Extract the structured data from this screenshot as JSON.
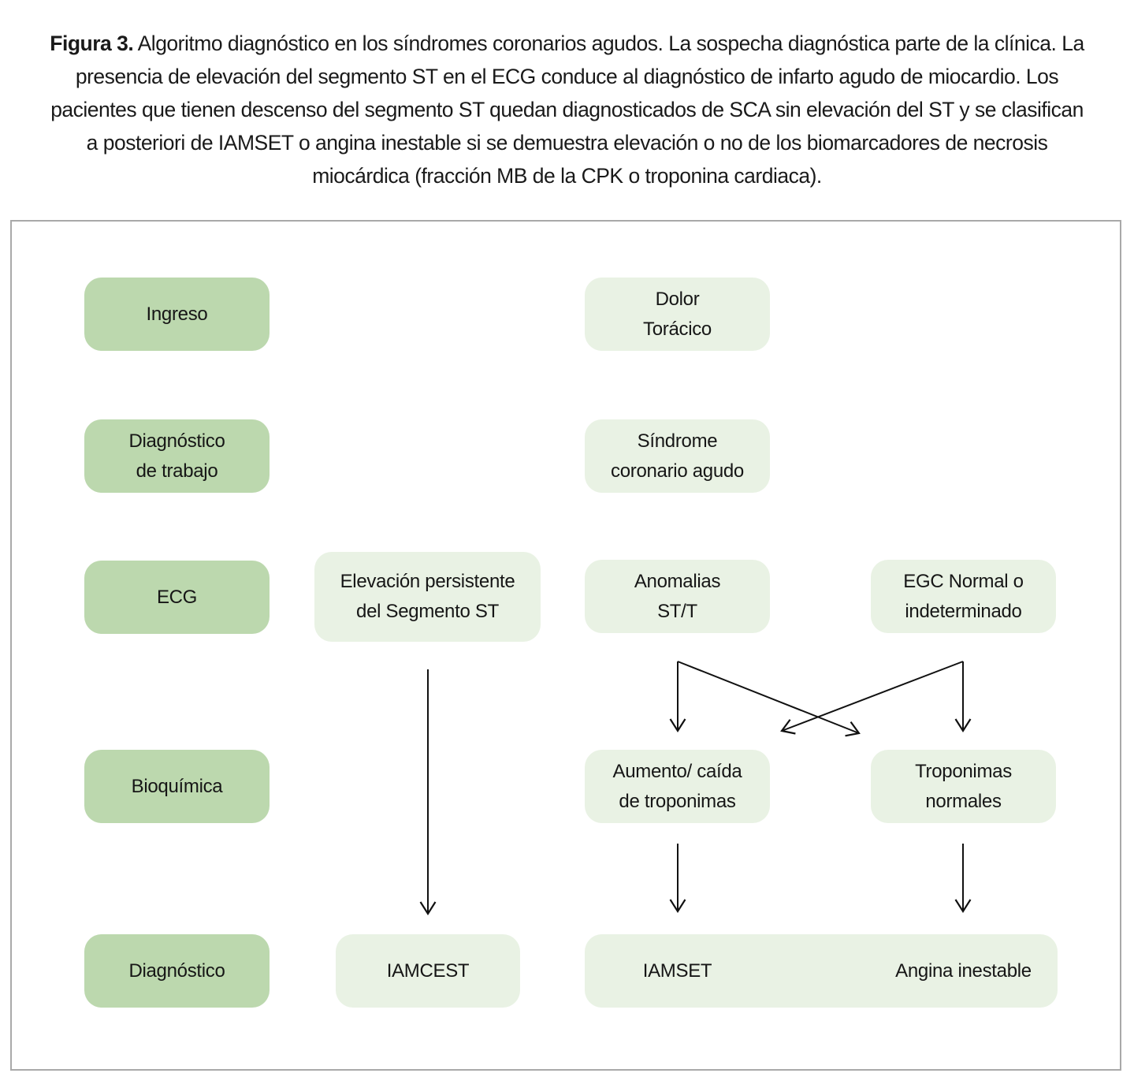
{
  "caption": {
    "label": "Figura 3.",
    "text": "Algoritmo diagnóstico en los síndromes coronarios agudos. La sospecha diagnóstica parte de la clínica. La presencia de elevación del segmento ST en el ECG conduce al diagnóstico de infarto agudo de miocardio. Los pacientes que tienen descenso del segmento ST quedan diagnosticados de SCA sin elevación del ST y se clasifican a posteriori de IAMSET o angina inestable si se demuestra elevación o no de los biomarcadores de necrosis miocárdica (fracción MB de la CPK o troponina cardiaca)."
  },
  "diagram": {
    "stage_labels": {
      "ingreso": {
        "line1": "Ingreso"
      },
      "diagnostico_trabajo": {
        "line1": "Diagnóstico",
        "line2": "de trabajo"
      },
      "ecg": {
        "line1": "ECG"
      },
      "bioquimica": {
        "line1": "Bioquímica"
      },
      "diagnostico": {
        "line1": "Diagnóstico"
      }
    },
    "nodes": {
      "dolor_toracico": {
        "line1": "Dolor",
        "line2": "Torácico"
      },
      "sindrome_coronario": {
        "line1": "Síndrome",
        "line2": "coronario agudo"
      },
      "elevacion_st": {
        "line1": "Elevación persistente",
        "line2": "del Segmento ST"
      },
      "anomalias_st": {
        "line1": "Anomalias",
        "line2": "ST/T"
      },
      "egc_normal": {
        "line1": "EGC Normal o",
        "line2": "indeterminado"
      },
      "aumento_troponinas": {
        "line1": "Aumento/ caída",
        "line2": "de troponimas"
      },
      "troponimas_normales": {
        "line1": "Troponimas",
        "line2": "normales"
      },
      "iamcest": {
        "line1": "IAMCEST"
      },
      "iamset": {
        "line1": "IAMSET"
      },
      "angina_inestable": {
        "line1": "Angina inestable"
      }
    },
    "colors": {
      "stage_box": "#bcd8ae",
      "node_box": "#e9f2e4",
      "arrow": "#111111",
      "panel_border": "#a9a9a9"
    }
  }
}
